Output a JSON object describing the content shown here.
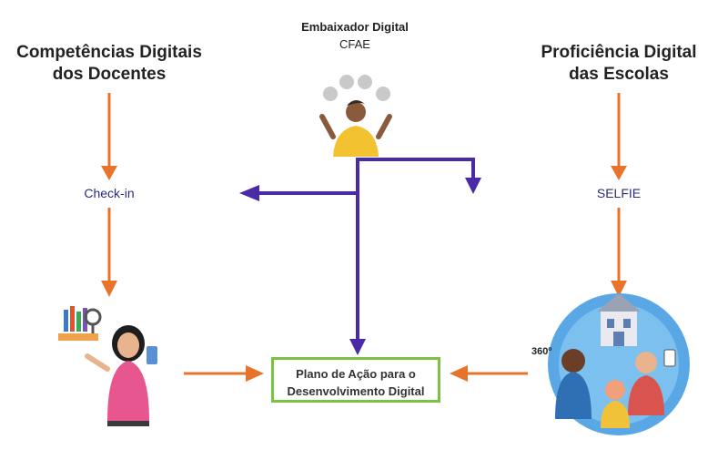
{
  "left_column": {
    "title_line1": "Competências Digitais",
    "title_line2": "dos Docentes",
    "stage": "Check-in"
  },
  "right_column": {
    "title_line1": "Proficiência Digital",
    "title_line2": "das Escolas",
    "stage": "SELFIE",
    "badge": "360º"
  },
  "center": {
    "title": "Embaixador Digital",
    "subtitle": "CFAE"
  },
  "plan": {
    "line1": "Plano de Ação para o",
    "line2": "Desenvolvimento Digital"
  },
  "colors": {
    "orange_arrow": "#e8732a",
    "purple_arrow": "#4b2aa8",
    "plan_border": "#7cc242"
  }
}
